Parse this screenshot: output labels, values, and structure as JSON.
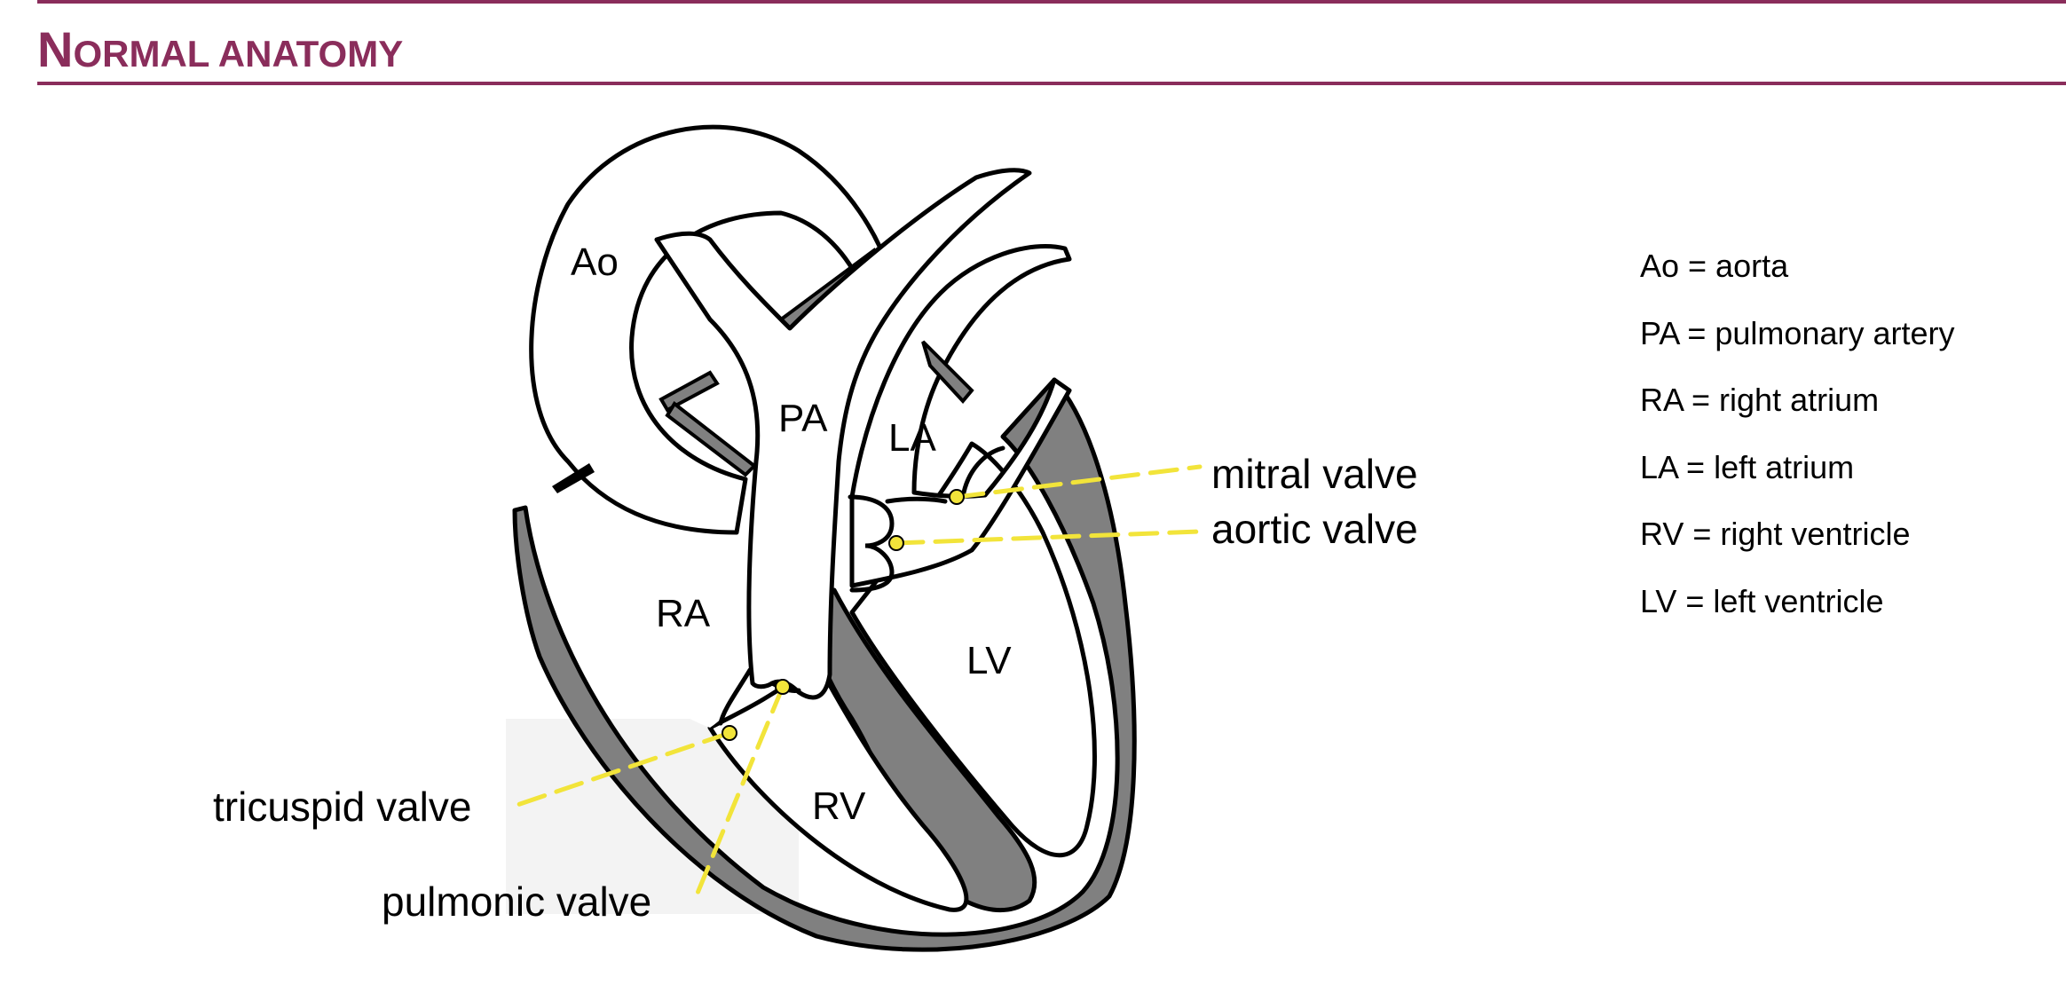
{
  "header": {
    "title_first": "N",
    "title_rest": "ORMAL ANATOMY"
  },
  "chambers": {
    "ao": "Ao",
    "pa": "PA",
    "la": "LA",
    "ra": "RA",
    "lv": "LV",
    "rv": "RV"
  },
  "callouts": {
    "mitral": "mitral valve",
    "aortic": "aortic valve",
    "tricuspid": "tricuspid valve",
    "pulmonic": "pulmonic valve"
  },
  "legend": [
    {
      "text": "Ao = aorta"
    },
    {
      "text": "PA = pulmonary artery"
    },
    {
      "text": "RA = right atrium"
    },
    {
      "text": "LA = left atrium"
    },
    {
      "text": "RV = right ventricle"
    },
    {
      "text": "LV = left ventricle"
    }
  ],
  "colors": {
    "brand": "#8a2d5b",
    "myocardium": "#808080",
    "callout_line": "#f2e43a",
    "outline": "#000000"
  }
}
